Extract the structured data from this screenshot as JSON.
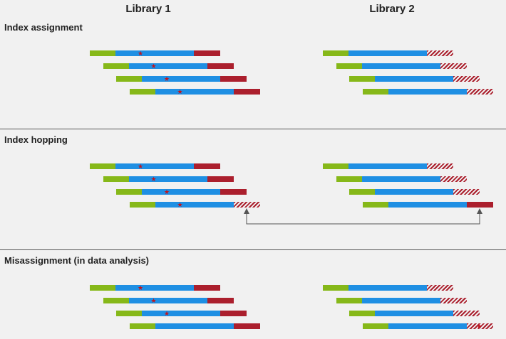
{
  "header": {
    "library1": "Library 1",
    "library2": "Library 2"
  },
  "sections": {
    "index_assignment": "Index assignment",
    "index_hopping": "Index hopping",
    "misassignment": "Misassignment (in data analysis)"
  },
  "colors": {
    "adapter": "#86b819",
    "insert": "#1f8fe3",
    "index": "#ab1f2d",
    "marker": "#c0151f",
    "background": "#f1f1f1"
  },
  "legend_semantics": {
    "solid_red": "Library 1 index",
    "hatched_red": "Library 2 index",
    "star": "Library 1 read marker"
  }
}
